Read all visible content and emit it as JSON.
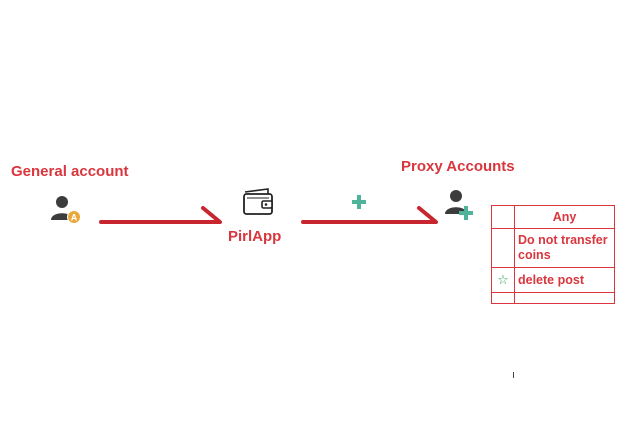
{
  "nodes": {
    "general": {
      "label": "General account",
      "badge": "A"
    },
    "app": {
      "label": "PirlApp"
    },
    "proxy": {
      "label": "Proxy Accounts"
    }
  },
  "permissions": {
    "header": "Any",
    "rows": [
      {
        "icon": "",
        "text": "Do not transfer coins"
      },
      {
        "icon": "☆",
        "text": "delete post"
      }
    ]
  },
  "colors": {
    "accent": "#d9363e",
    "arrow": "#c8262e",
    "plus": "#4fb39a",
    "user": "#3c3c3c",
    "badge": "#e8a93a",
    "star": "#2f9e5a"
  },
  "icons": [
    "user-icon",
    "wallet-icon",
    "plus-icon",
    "user-plus-icon",
    "star-icon"
  ]
}
